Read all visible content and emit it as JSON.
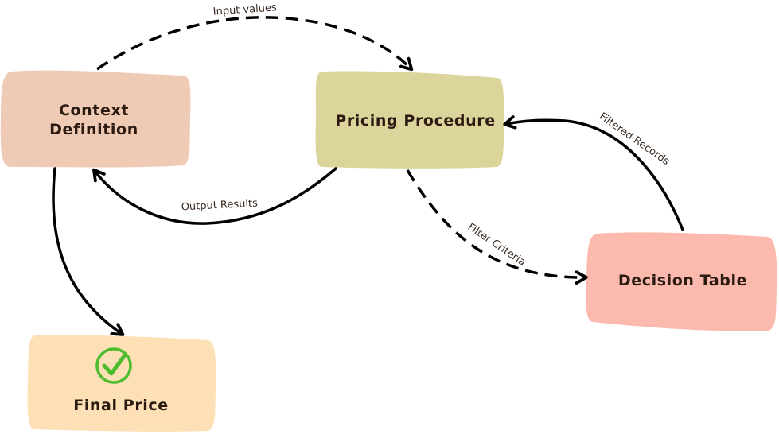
{
  "nodes": {
    "context_definition": {
      "label_line1": "Context",
      "label_line2": "Definition",
      "color": "#efcab5"
    },
    "pricing_procedure": {
      "label": "Pricing Procedure",
      "color": "#dcd59b"
    },
    "decision_table": {
      "label": "Decision Table",
      "color": "#fcb9ad"
    },
    "final_price": {
      "label": "Final Price",
      "color": "#fde0b6",
      "icon": "check-circle-icon",
      "icon_color": "#4cbb2e"
    }
  },
  "edges": {
    "input_values": {
      "label": "Input values",
      "style": "dashed"
    },
    "output_results": {
      "label": "Output Results",
      "style": "solid"
    },
    "filter_criteria": {
      "label": "Filter Criteria",
      "style": "dashed"
    },
    "filtered_records": {
      "label": "Filtered Records",
      "style": "solid"
    },
    "to_final_price": {
      "style": "solid"
    }
  }
}
